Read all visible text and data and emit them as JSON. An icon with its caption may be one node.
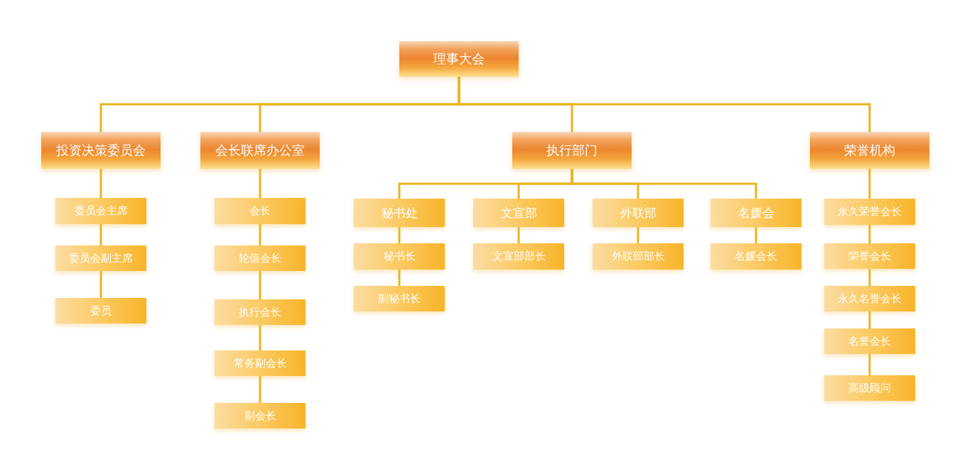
{
  "diagram": {
    "nodes": [
      {
        "text": [
          "理事大会"
        ]
      },
      {
        "text": [
          "投资决策委员会"
        ]
      },
      {
        "text": [
          "会长联席办公室"
        ]
      },
      {
        "text": [
          "执行部门"
        ]
      },
      {
        "text": [
          "荣誉机构"
        ]
      },
      {
        "text": [
          "委员会主席"
        ]
      },
      {
        "text": [
          "委员会副主席"
        ]
      },
      {
        "text": [
          "委员"
        ]
      },
      {
        "text": [
          "会长"
        ]
      },
      {
        "text": [
          "轮值会长"
        ]
      },
      {
        "text": [
          "执行会长"
        ]
      },
      {
        "text": [
          "常务副会长"
        ]
      },
      {
        "text": [
          "副会长"
        ]
      },
      {
        "text": [
          "秘书处"
        ]
      },
      {
        "text": [
          "文宣部"
        ]
      },
      {
        "text": [
          "外联部"
        ]
      },
      {
        "text": [
          "名媛会"
        ]
      },
      {
        "text": [
          "秘书长"
        ]
      },
      {
        "text": [
          "副秘书长"
        ]
      },
      {
        "text": [
          "文宣部部长"
        ]
      },
      {
        "text": [
          "外联部部长"
        ]
      },
      {
        "text": [
          "名媛会长"
        ]
      },
      {
        "text": [
          "永久荣誉会长"
        ]
      },
      {
        "text": [
          "荣誉会长"
        ]
      },
      {
        "text": [
          "永久名誉会长"
        ]
      },
      {
        "text": [
          "名誉会长"
        ]
      },
      {
        "text": [
          "高级顾问"
        ]
      }
    ],
    "edges": [
      {
        "from": 0,
        "to": 1,
        "arrow": "none"
      },
      {
        "from": 0,
        "to": 2,
        "arrow": "none"
      },
      {
        "from": 0,
        "to": 3,
        "arrow": "none"
      },
      {
        "from": 0,
        "to": 4,
        "arrow": "none"
      },
      {
        "from": 1,
        "to": 5,
        "arrow": "none"
      },
      {
        "from": 5,
        "to": 6,
        "arrow": "none"
      },
      {
        "from": 6,
        "to": 7,
        "arrow": "none"
      },
      {
        "from": 2,
        "to": 8,
        "arrow": "none"
      },
      {
        "from": 8,
        "to": 9,
        "arrow": "none"
      },
      {
        "from": 9,
        "to": 10,
        "arrow": "none"
      },
      {
        "from": 10,
        "to": 11,
        "arrow": "none"
      },
      {
        "from": 11,
        "to": 12,
        "arrow": "none"
      },
      {
        "from": 3,
        "to": 13,
        "arrow": "none"
      },
      {
        "from": 3,
        "to": 14,
        "arrow": "none"
      },
      {
        "from": 3,
        "to": 15,
        "arrow": "none"
      },
      {
        "from": 3,
        "to": 16,
        "arrow": "none"
      },
      {
        "from": 13,
        "to": 17,
        "arrow": "none"
      },
      {
        "from": 17,
        "to": 18,
        "arrow": "none"
      },
      {
        "from": 14,
        "to": 19,
        "arrow": "none"
      },
      {
        "from": 15,
        "to": 20,
        "arrow": "none"
      },
      {
        "from": 16,
        "to": 21,
        "arrow": "none"
      },
      {
        "from": 4,
        "to": 22,
        "arrow": "none"
      },
      {
        "from": 22,
        "to": 23,
        "arrow": "none"
      },
      {
        "from": 23,
        "to": 24,
        "arrow": "none"
      },
      {
        "from": 24,
        "to": 25,
        "arrow": "none"
      },
      {
        "from": 25,
        "to": 26,
        "arrow": "none"
      }
    ]
  }
}
